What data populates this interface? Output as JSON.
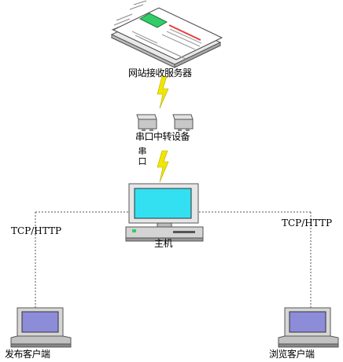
{
  "nodes": {
    "server": {
      "label": "网站接收服务器"
    },
    "relay": {
      "label": "串口中转设备"
    },
    "host": {
      "label": "主机"
    },
    "publish_client": {
      "label": "发布客户端"
    },
    "browse_client": {
      "label": "浏览客户端"
    }
  },
  "links": {
    "serial_port_label": "串口",
    "left_protocol": "TCP/HTTP",
    "right_protocol": "TCP/HTTP"
  },
  "colors": {
    "lightning": "#f2e600",
    "screen": "#33e0f2",
    "laptop_screen": "#8c8cd9",
    "device_body": "#c8c8c8",
    "newspaper_green": "#33cc66",
    "newspaper_red": "#e64040"
  },
  "icons": [
    "newspaper-server-icon",
    "relay-device-icon",
    "desktop-computer-icon",
    "laptop-icon",
    "lightning-link-icon"
  ]
}
